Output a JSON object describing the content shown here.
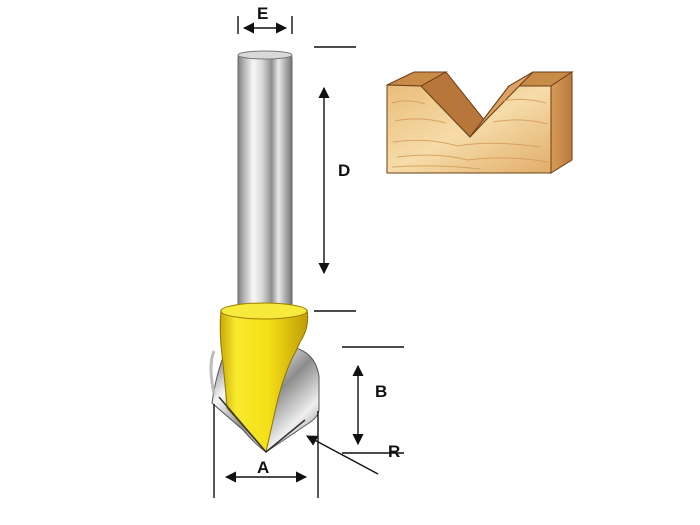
{
  "labels": {
    "a": "A",
    "b": "B",
    "d": "D",
    "e": "E",
    "r": "R"
  },
  "colors": {
    "bit_body": "#f2e01f",
    "bit_shadow": "#c9a90a",
    "shank_light": "#f1f1f1",
    "shank_dark": "#8d8d8d",
    "wood_light": "#f4d49f",
    "wood_dark": "#c88d4a",
    "line": "#111111"
  },
  "icons": {
    "router_bit": "v-groove-router-bit-icon",
    "workpiece": "v-groove-wood-block-icon"
  }
}
